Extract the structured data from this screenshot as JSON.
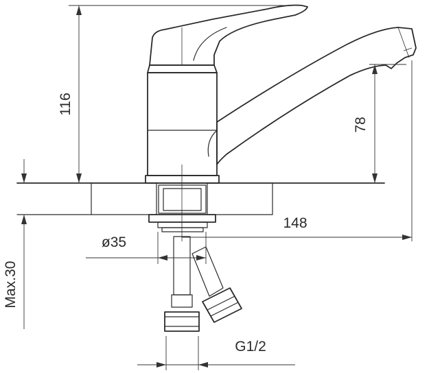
{
  "dimensions": {
    "height_total": "116",
    "spout_height": "78",
    "spout_reach": "148",
    "base_diameter": "ø35",
    "max_counter_thickness": "Max.30",
    "connection_thread": "G1/2"
  }
}
